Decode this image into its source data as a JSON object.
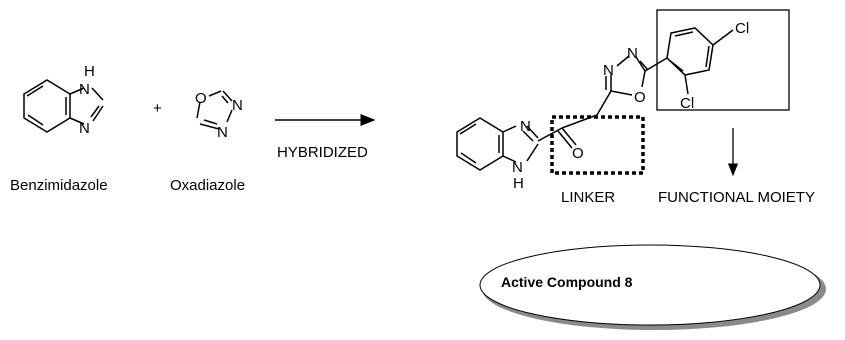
{
  "reactants": {
    "benzimidazole": {
      "name": "Benzimidazole",
      "atom_nh": "H",
      "atom_n_top": "N",
      "atom_n_bottom": "N"
    },
    "plus": "+",
    "oxadiazole": {
      "name": "Oxadiazole",
      "atom_o": "O",
      "atom_n1": "N",
      "atom_n2": "N"
    }
  },
  "arrow_label": "HYBRIDIZED",
  "product": {
    "benz_n_top": "N",
    "benz_n_bottom": "N",
    "benz_h": "H",
    "carbonyl_o": "O",
    "oxa_n1": "N",
    "oxa_n2": "N",
    "oxa_o": "O",
    "cl_top": "Cl",
    "cl_bottom": "Cl"
  },
  "labels": {
    "linker": "LINKER",
    "functional_moiety": "FUNCTIONAL MOIETY"
  },
  "callout": "Active Compound 8"
}
